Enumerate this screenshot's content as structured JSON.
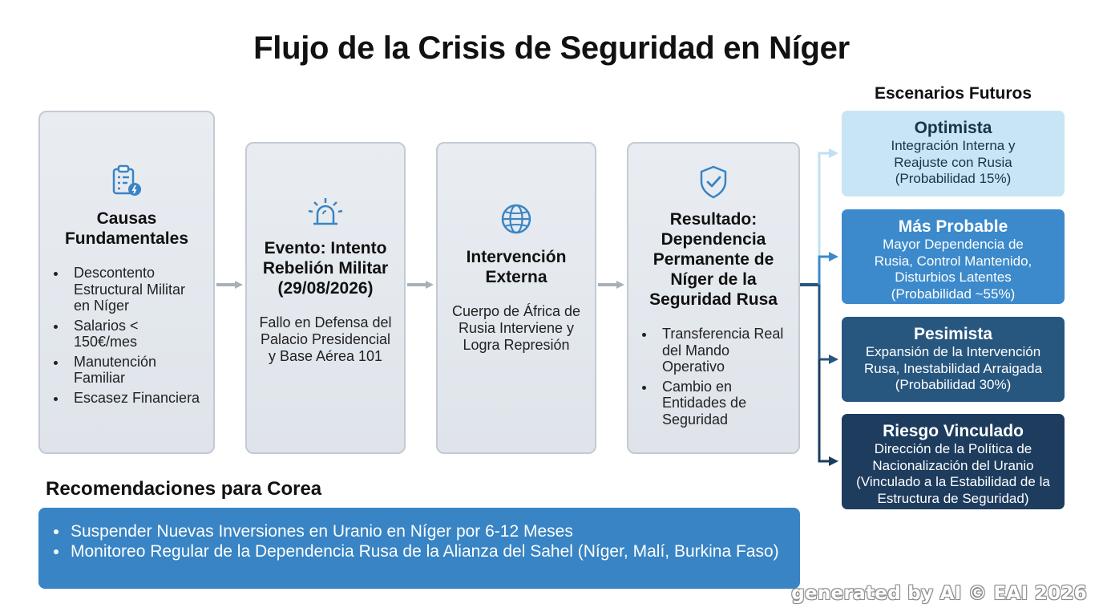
{
  "title": "Flujo de la Crisis de Seguridad en Níger",
  "flow": {
    "causas": {
      "icon": "clipboard-alert-icon",
      "title_line1": "Causas",
      "title_line2": "Fundamentales",
      "bullets": [
        "Descontento Estructural Militar en Níger",
        "Salarios < 150€/mes",
        "Manutención Familiar",
        "Escasez Financiera"
      ]
    },
    "evento": {
      "icon": "siren-icon",
      "title_line1": "Evento: Intento",
      "title_line2": "Rebelión Militar",
      "title_line3": "(29/08/2026)",
      "desc_line1": "Fallo en Defensa del",
      "desc_line2": "Palacio Presidencial",
      "desc_line3": "y Base Aérea 101"
    },
    "intervencion": {
      "icon": "globe-icon",
      "title_line1": "Intervención",
      "title_line2": "Externa",
      "desc_line1": "Cuerpo de África de",
      "desc_line2": "Rusia Interviene y",
      "desc_line3": "Logra Represión"
    },
    "resultado": {
      "icon": "shield-check-icon",
      "title_line1": "Resultado:",
      "title_line2": "Dependencia",
      "title_line3": "Permanente de",
      "title_line4": "Níger de la",
      "title_line5": "Seguridad Rusa",
      "bullets": [
        "Transferencia Real del Mando Operativo",
        "Cambio en Entidades de Seguridad"
      ]
    }
  },
  "scenarios": {
    "header": "Escenarios Futuros",
    "items": [
      {
        "title": "Optimista",
        "line1": "Integración Interna y",
        "line2": "Reajuste con Rusia",
        "line3": "(Probabilidad 15%)",
        "line4": ""
      },
      {
        "title": "Más Probable",
        "line1": "Mayor Dependencia de",
        "line2": "Rusia, Control Mantenido,",
        "line3": "Disturbios Latentes",
        "line4": "(Probabilidad ~55%)"
      },
      {
        "title": "Pesimista",
        "line1": "Expansión de la Intervención",
        "line2": "Rusa, Inestabilidad Arraigada",
        "line3": "(Probabilidad 30%)",
        "line4": ""
      },
      {
        "title": "Riesgo Vinculado",
        "line1": "Dirección de la Política de",
        "line2": "Nacionalización del Uranio",
        "line3": "(Vinculado a la Estabilidad de la",
        "line4": "Estructura de Seguridad)"
      }
    ]
  },
  "recommendations": {
    "title": "Recomendaciones para Corea",
    "items": [
      "Suspender Nuevas Inversiones en Uranio en Níger por 6-12 Meses",
      "Monitoreo Regular de la Dependencia Rusa de la Alianza del Sahel (Níger, Malí, Burkina Faso)"
    ]
  },
  "colors": {
    "box_fill": "#e4e8ed",
    "box_border": "#c3cad3",
    "icon_blue": "#3a84c4",
    "arrow_gray": "#a8b0ba",
    "optimista": "#c7e5f5",
    "mas_probable": "#3c8acb",
    "pesimista": "#27567f",
    "riesgo": "#1d3c5e",
    "recommendation_fill": "#3884c4"
  },
  "watermark": "generated by AI © EAI 2026"
}
